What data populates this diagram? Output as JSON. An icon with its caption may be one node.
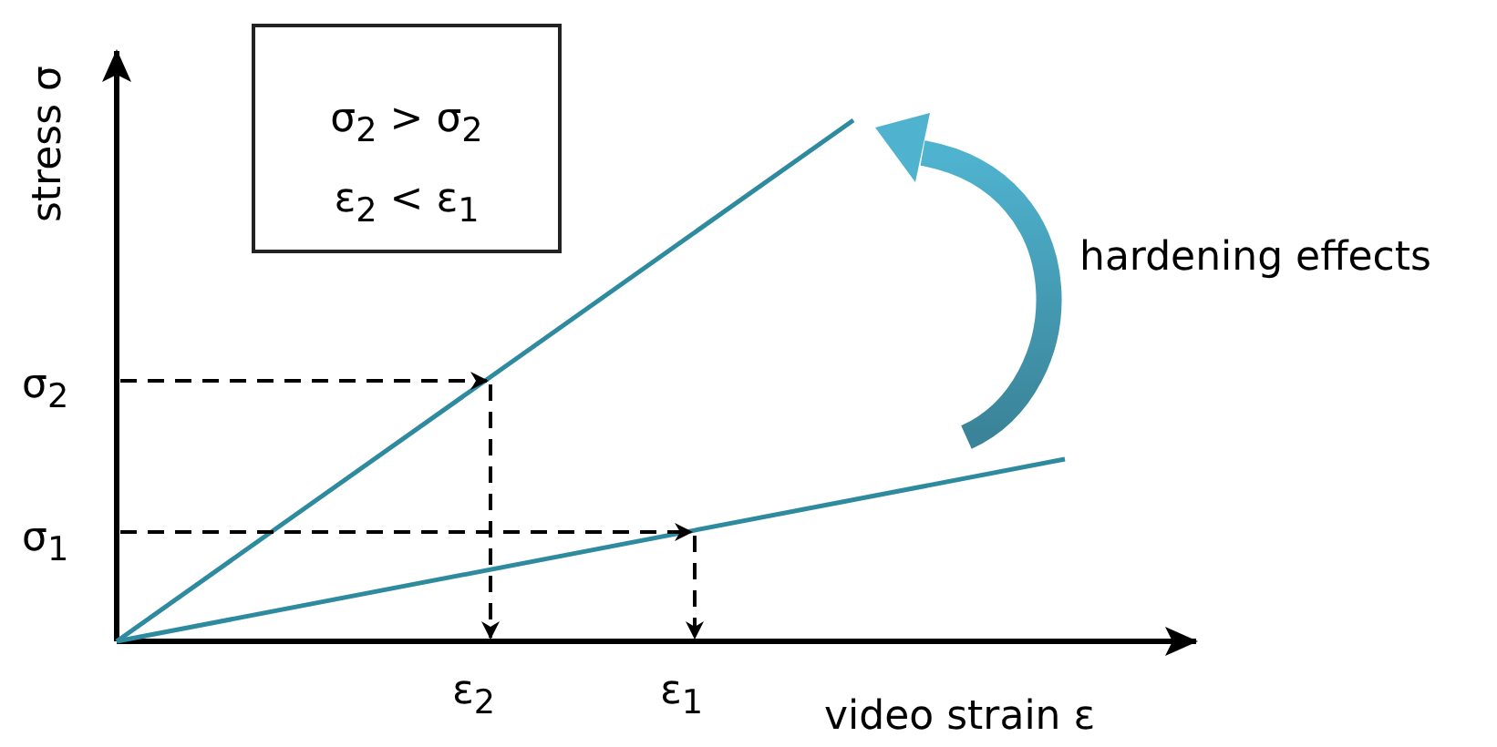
{
  "diagram": {
    "nodes": [
      {
        "text": [
          "σ$_{2}$ > σ$_{2}$",
          "ε$_{2}$ < ε$_{1}$"
        ]
      }
    ],
    "labels": [
      "stress σ",
      "hardening effects",
      "σ$_{2}$",
      "σ$_{1}$",
      "ε$_{2}$",
      "ε$_{1}$",
      "video strain ε"
    ]
  }
}
